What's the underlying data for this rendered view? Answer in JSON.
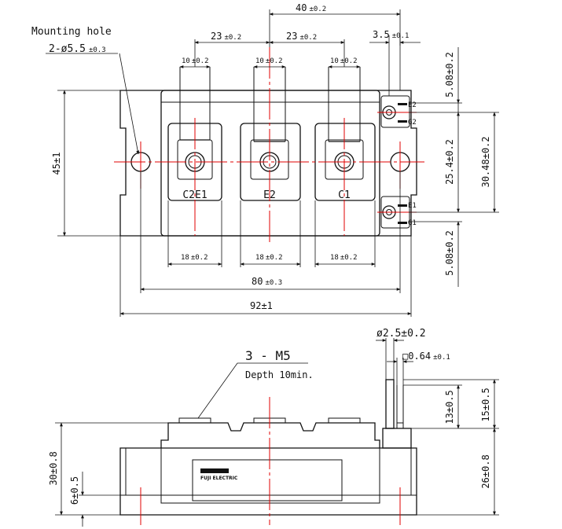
{
  "top_view": {
    "mounting_hole_label": "Mounting hole",
    "mounting_hole_spec": "2-ø5.5",
    "mounting_hole_tol": "±0.3",
    "dim_40": "40",
    "dim_40_tol": "±0.2",
    "dim_23_left": "23",
    "dim_23_left_tol": "±0.2",
    "dim_23_right": "23",
    "dim_23_right_tol": "±0.2",
    "dim_3_5": "3.5",
    "dim_3_5_tol": "±0.1",
    "dim_10_a": "10",
    "dim_10_b": "10",
    "dim_10_c": "10",
    "dim_10_tol": "±0.2",
    "dim_5_08_top": "5.08±0.2",
    "dim_25_4": "25.4±0.2",
    "dim_30_48": "30.48±0.2",
    "dim_5_08_bottom": "5.08±0.2",
    "dim_45": "45±1",
    "dim_18_a": "18",
    "dim_18_b": "18",
    "dim_18_c": "18",
    "dim_18_tol": "±0.2",
    "dim_80": "80",
    "dim_80_tol": "±0.3",
    "dim_92": "92±1",
    "terminal_c2e1": "C2E1",
    "terminal_e2": "E2",
    "terminal_c1": "C1",
    "pin_e2": "E2",
    "pin_g2": "G2",
    "pin_e1": "E1",
    "pin_g1": "G1"
  },
  "side_view": {
    "thread_spec": "3 - M5",
    "depth_note": "Depth 10min.",
    "dim_pin_dia": "ø2.5±0.2",
    "dim_pin_square": "□0.64",
    "dim_pin_square_tol": "±0.1",
    "dim_13": "13±0.5",
    "dim_15": "15±0.5",
    "dim_30": "30±0.8",
    "dim_26": "26±0.8",
    "dim_6": "6±0.5",
    "logo_text": "FUJI ELECTRIC"
  }
}
